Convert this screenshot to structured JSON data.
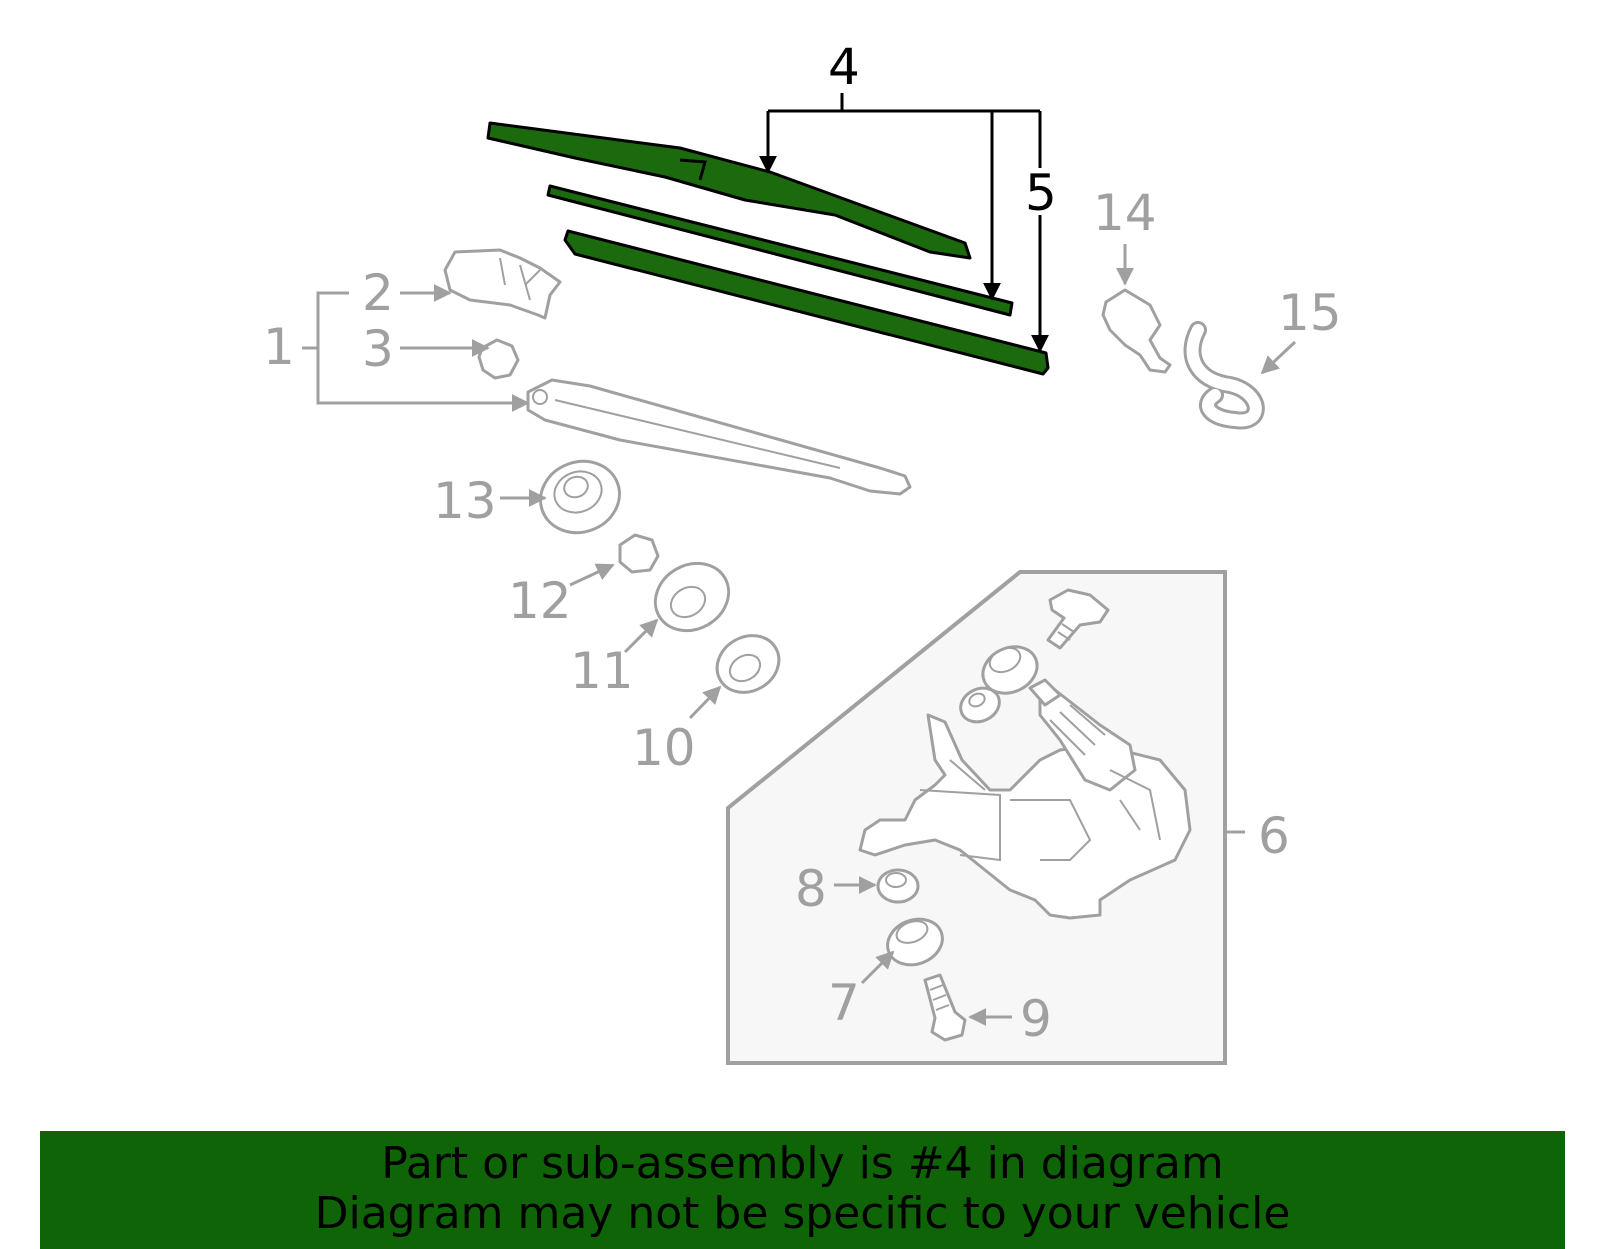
{
  "callouts": {
    "c1": "1",
    "c2": "2",
    "c3": "3",
    "c4": "4",
    "c5": "5",
    "c6": "6",
    "c7": "7",
    "c8": "8",
    "c9": "9",
    "c10": "10",
    "c11": "11",
    "c12": "12",
    "c13": "13",
    "c14": "14",
    "c15": "15"
  },
  "highlight_part": "4",
  "colors": {
    "highlight": "#1c6a0e",
    "banner": "#0f6408",
    "parts": "#a0a0a0",
    "box_fill": "#f7f7f7"
  },
  "banner": {
    "line1": "Part or sub-assembly is #4 in diagram",
    "line2": "Diagram may not be specific to your vehicle"
  }
}
